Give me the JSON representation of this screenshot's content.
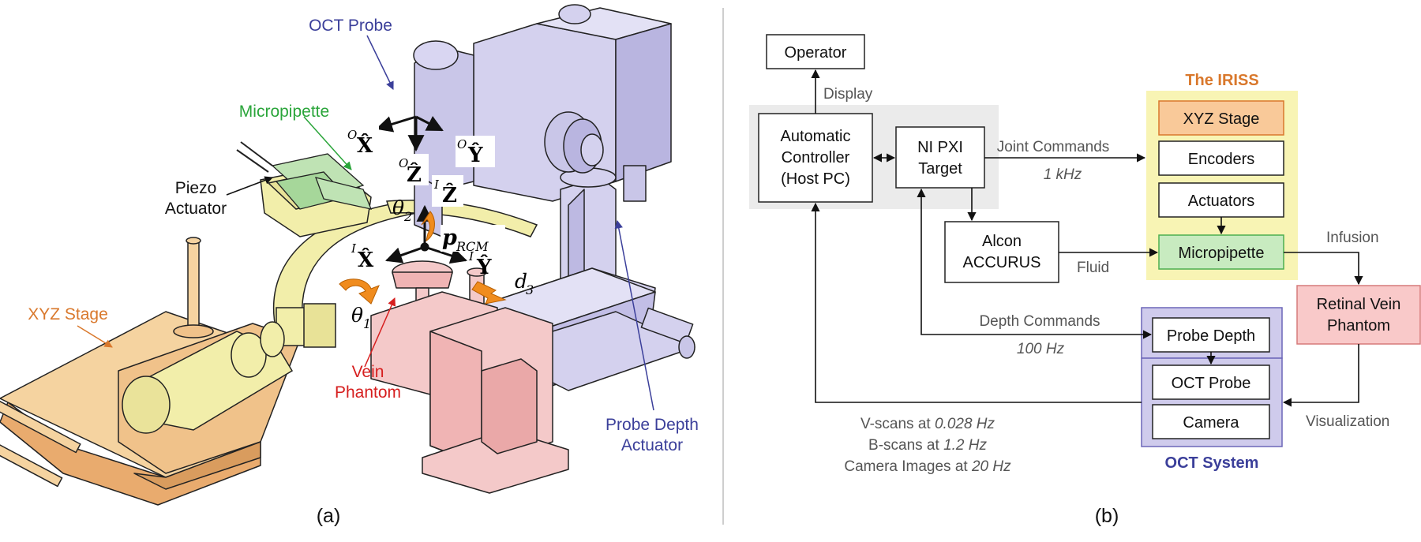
{
  "panel_a": {
    "caption": "(a)",
    "labels": {
      "oct_probe": "OCT Probe",
      "micropipette": "Micropipette",
      "piezo_1": "Piezo",
      "piezo_2": "Actuator",
      "xyz_stage": "XYZ Stage",
      "vein_1": "Vein",
      "vein_2": "Phantom",
      "probe_depth_1": "Probe Depth",
      "probe_depth_2": "Actuator"
    },
    "math": {
      "ox": "X̂",
      "ox_sup": "O",
      "oy": "Ŷ",
      "oy_sup": "O",
      "oz": "Ẑ",
      "oz_sup": "O",
      "iz": "Ẑ",
      "iz_sup": "I",
      "ix": "X̂",
      "ix_sup": "I",
      "iy": "Ŷ",
      "iy_sup": "I",
      "theta2": "θ",
      "theta2_sub": "2",
      "theta1": "θ",
      "theta1_sub": "1",
      "prcm": "p",
      "prcm_sub": "RCM",
      "d3": "d",
      "d3_sub": "3"
    },
    "colors": {
      "oct_probe": "#3b3f9a",
      "micropipette": "#2aa53a",
      "xyz_stage": "#d9782c",
      "vein": "#d61e1e",
      "probe_depth": "#3b3f9a",
      "stage_fill": "#f5d3a0",
      "yellow_fill": "#f2eeaa",
      "purple_fill": "#c9c6e8",
      "pink_fill": "#f4c9c9",
      "green_fill": "#bfe3b4",
      "orange_arrow": "#f08c1e"
    }
  },
  "panel_b": {
    "caption": "(b)",
    "blocks": {
      "operator": "Operator",
      "controller": [
        "Automatic",
        "Controller",
        "(Host PC)"
      ],
      "ni_pxi": [
        "NI PXI",
        "Target"
      ],
      "alcon": [
        "Alcon",
        "ACCURUS"
      ],
      "iriss_title": "The IRISS",
      "xyz_stage": "XYZ Stage",
      "encoders": "Encoders",
      "actuators": "Actuators",
      "micropipette": "Micropipette",
      "retinal": [
        "Retinal Vein",
        "Phantom"
      ],
      "probe_depth": "Probe Depth",
      "oct_probe": "OCT Probe",
      "camera": "Camera",
      "oct_system_title": "OCT System"
    },
    "edge_labels": {
      "display": "Display",
      "joint_commands": "Joint Commands",
      "joint_rate": "1 kHz",
      "fluid": "Fluid",
      "infusion": "Infusion",
      "depth_commands": "Depth Commands",
      "depth_rate": "100 Hz",
      "visualization": "Visualization"
    },
    "scan_rates": {
      "vscans_prefix": "V-scans at ",
      "vscans_rate": "0.028 Hz",
      "bscans_prefix": "B-scans at ",
      "bscans_rate": "1.2 Hz",
      "camera_prefix": "Camera Images at ",
      "camera_rate": "20 Hz"
    },
    "colors": {
      "iriss_bg": "#f8f4b4",
      "iriss_title": "#d9782c",
      "xyz_fill": "#f9c999",
      "xyz_stroke": "#d9782c",
      "micro_fill": "#c8ebc0",
      "micro_stroke": "#4caf50",
      "retinal_fill": "#f9c9c9",
      "retinal_stroke": "#d67a7a",
      "oct_bg": "#cfcbec",
      "oct_stroke": "#6c66b8",
      "oct_title": "#3b3f9a",
      "host_bg": "#ebebeb"
    }
  }
}
